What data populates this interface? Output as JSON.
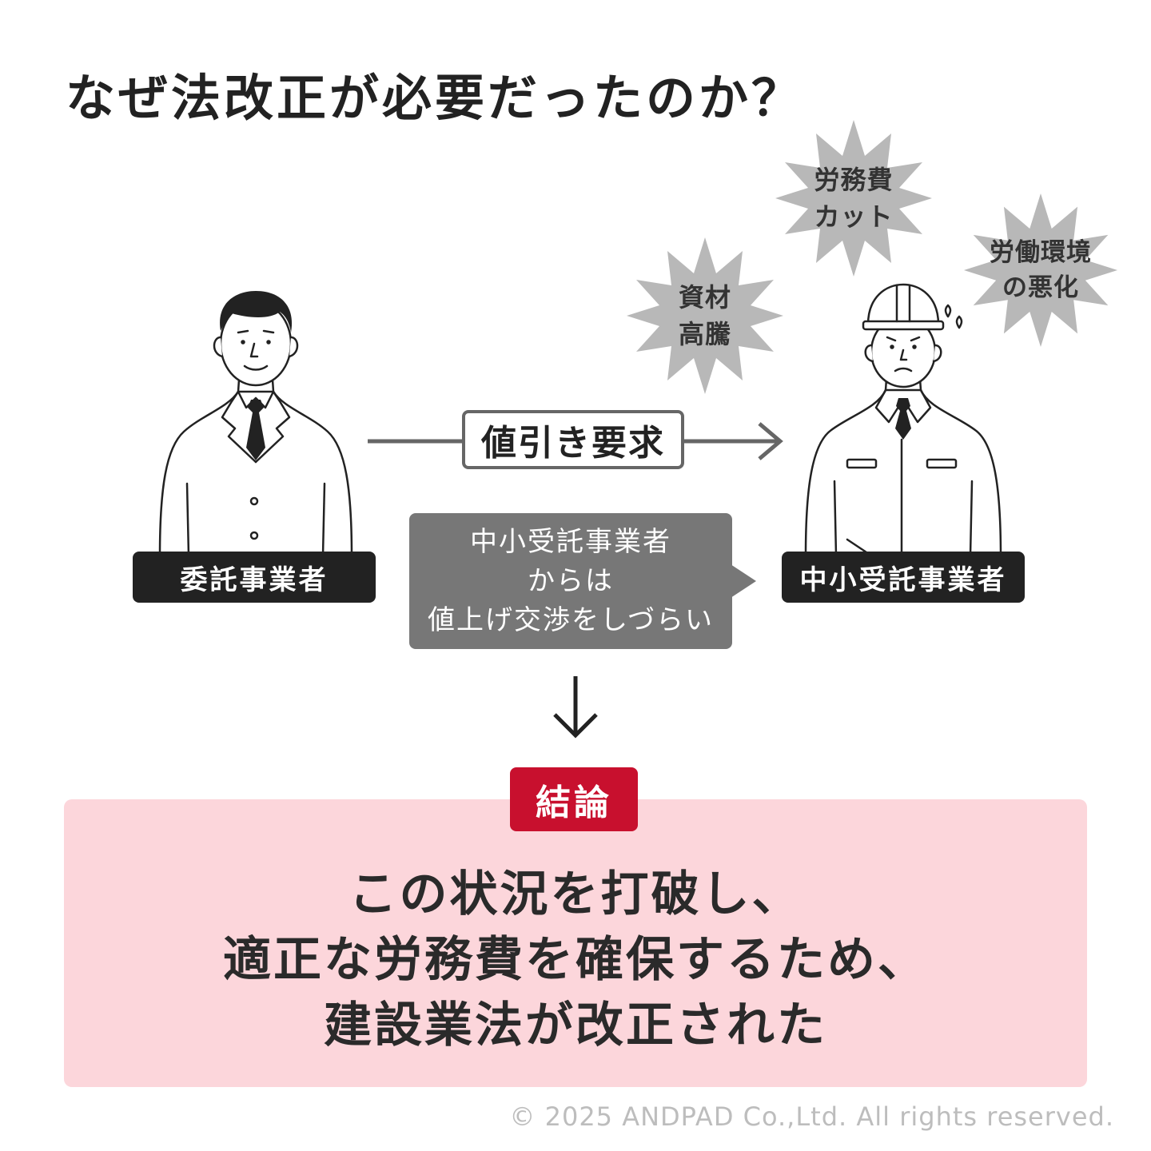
{
  "title": "なぜ法改正が必要だったのか？",
  "bursts": {
    "materials": [
      "資材",
      "高騰"
    ],
    "labor_cost": [
      "労務費",
      "カット"
    ],
    "work_env": [
      "労働環境",
      "の悪化"
    ]
  },
  "client_label": "委託事業者",
  "contractor_label": "中小受託事業者",
  "demand_label": "値引き要求",
  "note_lines": [
    "中小受託事業者",
    "からは",
    "値上げ交渉をしづらい"
  ],
  "conclusion_badge": "結論",
  "conclusion_lines": [
    "この状況を打破し、",
    "適正な労務費を確保するため、",
    "建設業法が改正された"
  ],
  "copyright": "© 2025 ANDPAD Co.,Ltd. All rights reserved.",
  "colors": {
    "accent": "#c8102e",
    "panel": "#fcd6db",
    "note": "#777777",
    "label": "#222222",
    "burst": "#b8b8b8"
  }
}
